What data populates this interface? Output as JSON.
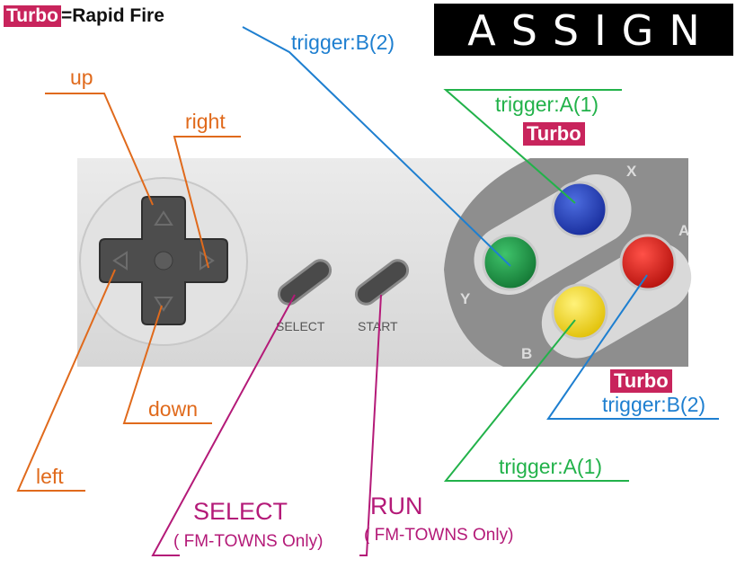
{
  "legend": {
    "tag": "Turbo",
    "text": "=Rapid Fire"
  },
  "header": {
    "title": "ASSIGN"
  },
  "dpad": {
    "up": "up",
    "right": "right",
    "down": "down",
    "left": "left"
  },
  "center": {
    "select_print": "SELECT",
    "start_print": "START",
    "select_label": "SELECT",
    "select_note": "( FM-TOWNS Only)",
    "run_label": "RUN",
    "run_note": "( FM-TOWNS Only)"
  },
  "buttons": {
    "x_letter": "X",
    "y_letter": "Y",
    "b_letter": "B",
    "a_letter": "A",
    "y_trigger": "trigger:B(2)",
    "x_trigger": "trigger:A(1)",
    "x_turbo": "Turbo",
    "a_turbo": "Turbo",
    "a_trigger": "trigger:B(2)",
    "b_trigger": "trigger:A(1)"
  },
  "colors": {
    "orange": "#e06a1c",
    "blue": "#1e7fd0",
    "green": "#22b24a",
    "magenta": "#b41a78",
    "turbo_bg": "#c8245c",
    "btn_x": "#1f3ec0",
    "btn_y": "#1e9a45",
    "btn_a": "#e0261f",
    "btn_b": "#f4dc14"
  }
}
